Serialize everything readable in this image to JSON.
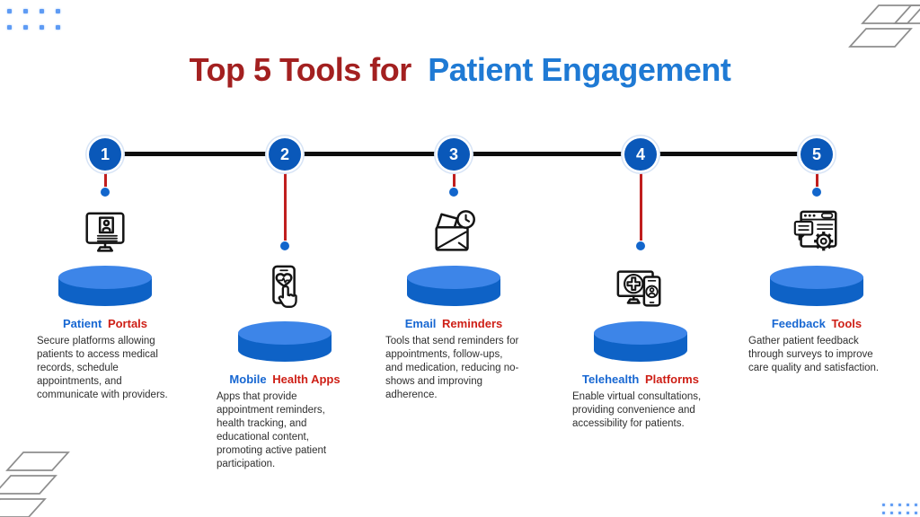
{
  "title": {
    "part1": "Top 5 Tools for",
    "part2": "Patient Engagement"
  },
  "colors": {
    "title_red": "#A32020",
    "title_blue": "#1F7AD4",
    "item_title_blue": "#1767D2",
    "item_title_red": "#CE1F16",
    "step_circle_blue": "#0A58B9",
    "timeline_black": "#0D0D0D",
    "connector_red": "#C01E1E",
    "connector_dot_blue": "#1266CC",
    "cylinder_top_blue": "#3D85E8",
    "cylinder_body_blue": "#0E62C6",
    "description_text": "#2E2E2E",
    "decoration_gray": "#8E8E8E",
    "decoration_dot_blue": "#5E9BF4"
  },
  "items": [
    {
      "number": "1",
      "icon": "patient-portals-icon",
      "title_blue": "Patient",
      "title_red": "Portals",
      "description": "Secure platforms allowing patients to access medical records, schedule appointments, and communicate with providers."
    },
    {
      "number": "2",
      "icon": "mobile-health-apps-icon",
      "title_blue": "Mobile",
      "title_red": "Health Apps",
      "description": "Apps that provide appointment reminders, health tracking, and educational content, promoting active patient participation."
    },
    {
      "number": "3",
      "icon": "email-reminders-icon",
      "title_blue": "Email",
      "title_red": "Reminders",
      "description": "Tools that send reminders for appointments, follow-ups, and medication, reducing no-shows and improving adherence."
    },
    {
      "number": "4",
      "icon": "telehealth-platforms-icon",
      "title_blue": "Telehealth",
      "title_red": "Platforms",
      "description": "Enable virtual consultations, providing convenience and accessibility for patients."
    },
    {
      "number": "5",
      "icon": "feedback-tools-icon",
      "title_blue": "Feedback",
      "title_red": "Tools",
      "description": "Gather patient feedback through surveys to improve care quality and satisfaction."
    }
  ]
}
